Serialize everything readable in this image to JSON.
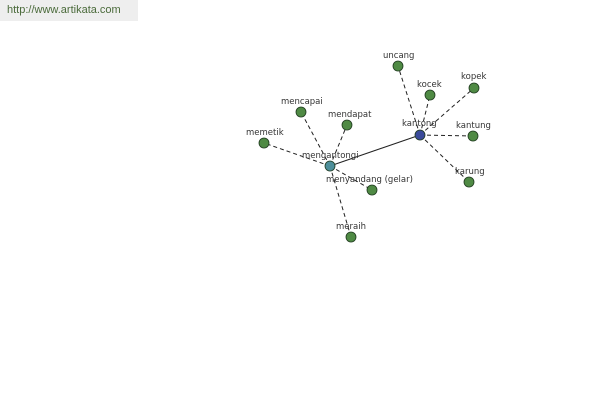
{
  "header": {
    "site_link": "http://www.artikata.com"
  },
  "colors": {
    "leaf": "#4f8a44",
    "hub_primary": "#3a4a9a",
    "hub_secondary": "#4d8e9a",
    "edge": "#222222"
  },
  "graph": {
    "hubs": [
      {
        "id": "kantong",
        "label": "kantong",
        "role": "primary"
      },
      {
        "id": "mengantongi",
        "label": "mengantongi",
        "role": "secondary"
      }
    ],
    "leaves": [
      {
        "id": "uncang",
        "label": "uncang",
        "hub": "kantong"
      },
      {
        "id": "kocek",
        "label": "kocek",
        "hub": "kantong"
      },
      {
        "id": "kopek",
        "label": "kopek",
        "hub": "kantong"
      },
      {
        "id": "kantung",
        "label": "kantung",
        "hub": "kantong"
      },
      {
        "id": "karung",
        "label": "karung",
        "hub": "kantong"
      },
      {
        "id": "mencapai",
        "label": "mencapai",
        "hub": "mengantongi"
      },
      {
        "id": "mendapat",
        "label": "mendapat",
        "hub": "mengantongi"
      },
      {
        "id": "memetik",
        "label": "memetik",
        "hub": "mengantongi"
      },
      {
        "id": "menyandang",
        "label": "menyandang (gelar)",
        "hub": "mengantongi"
      },
      {
        "id": "meraih",
        "label": "meraih",
        "hub": "mengantongi"
      }
    ]
  }
}
